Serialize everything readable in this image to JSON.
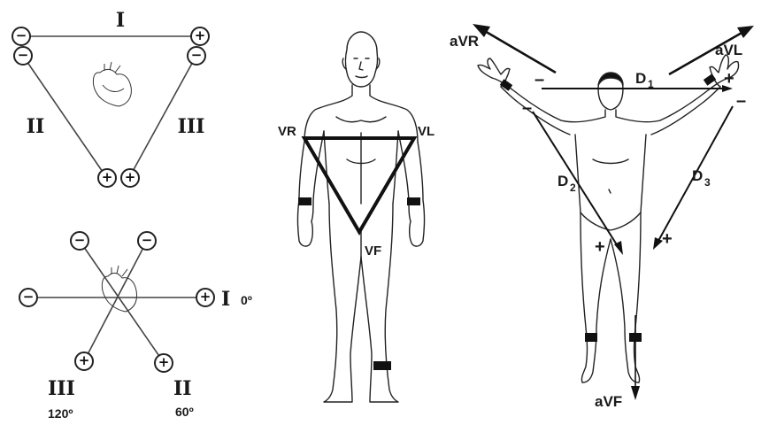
{
  "einthoven_triangle": {
    "lead_I": "I",
    "lead_II": "II",
    "lead_III": "III",
    "terminals": {
      "top_left": "−",
      "top_right": "+",
      "left_minus": "−",
      "right_minus": "−",
      "bottom_left_plus": "+",
      "bottom_right_plus": "+"
    },
    "icon": "heart-icon"
  },
  "hexaxial_reference": {
    "lead_I": "I",
    "lead_I_angle": "0º",
    "lead_II": "II",
    "lead_II_angle": "60º",
    "lead_III": "III",
    "lead_III_angle": "120º",
    "terminals": {
      "left_minus": "−",
      "right_plus": "+",
      "top_left_minus": "−",
      "top_right_minus": "−",
      "bottom_left_plus": "+",
      "bottom_right_plus": "+"
    },
    "icon": "heart-icon"
  },
  "unipolar_triangle": {
    "vr": "VR",
    "vl": "VL",
    "vf": "VF",
    "icon": "human-figure-icon"
  },
  "augmented_leads": {
    "avr": "aVR",
    "avl": "aVL",
    "avf": "aVF",
    "d1_letter": "D",
    "d1_sub": "1",
    "d2_letter": "D",
    "d2_sub": "2",
    "d3_letter": "D",
    "d3_sub": "3",
    "signs": {
      "d1_minus": "–",
      "d1_plus": "+",
      "d2_minus": "–",
      "d2_plus": "+",
      "d3_minus": "–",
      "d3_plus": "+"
    },
    "icon": "human-figure-arms-raised-icon"
  }
}
